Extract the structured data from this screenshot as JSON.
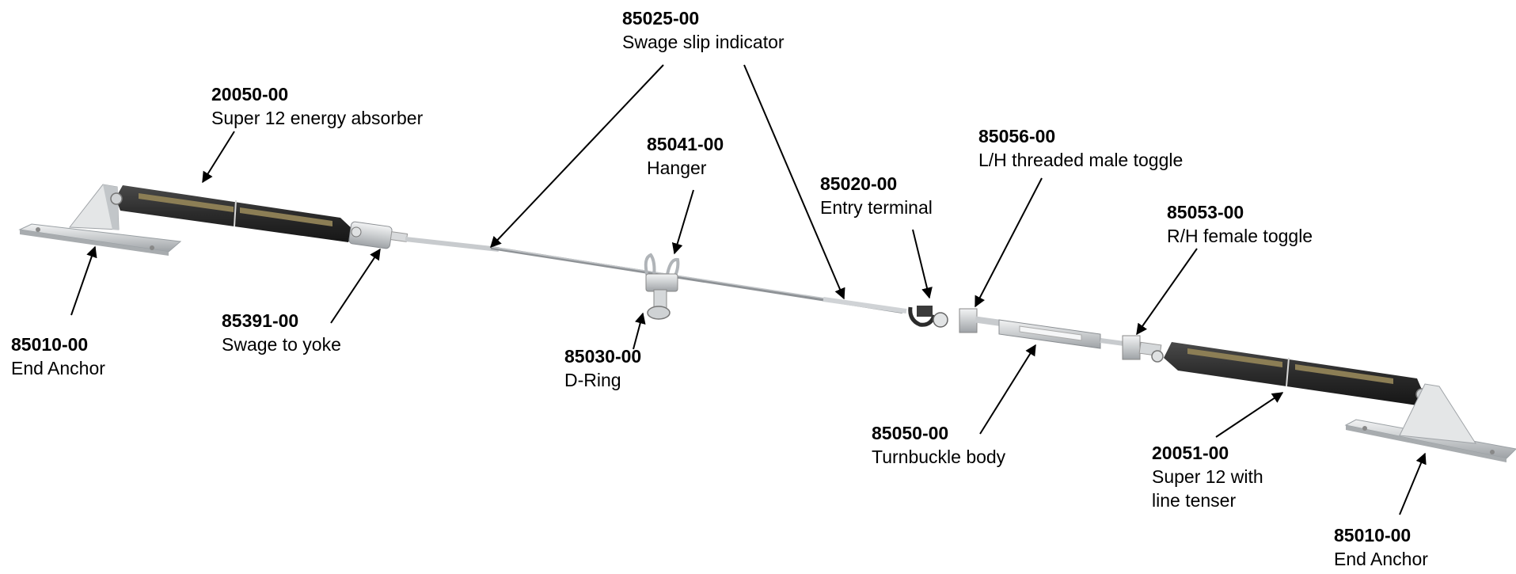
{
  "callouts": {
    "swage_slip": {
      "part_number": "85025-00",
      "description": "Swage slip indicator"
    },
    "absorber": {
      "part_number": "20050-00",
      "description": "Super 12 energy absorber"
    },
    "hanger": {
      "part_number": "85041-00",
      "description": "Hanger"
    },
    "l_toggle": {
      "part_number": "85056-00",
      "description": "L/H threaded male toggle"
    },
    "entry": {
      "part_number": "85020-00",
      "description": "Entry terminal"
    },
    "r_toggle": {
      "part_number": "85053-00",
      "description": "R/H female toggle"
    },
    "anchor_left": {
      "part_number": "85010-00",
      "description": "End Anchor"
    },
    "swage_yoke": {
      "part_number": "85391-00",
      "description": "Swage to yoke"
    },
    "dring": {
      "part_number": "85030-00",
      "description": "D-Ring"
    },
    "turnbuckle": {
      "part_number": "85050-00",
      "description": "Turnbuckle body"
    },
    "tenser": {
      "part_number": "20051-00",
      "description_line1": "Super 12 with",
      "description_line2": "line tenser"
    },
    "anchor_right": {
      "part_number": "85010-00",
      "description": "End Anchor"
    }
  },
  "colors": {
    "absorber_body": "#2b2b2b",
    "absorber_stripe": "#8c7e55",
    "metal": "#d4d6d8",
    "cable": "#8e9296",
    "arrow": "#000000"
  }
}
